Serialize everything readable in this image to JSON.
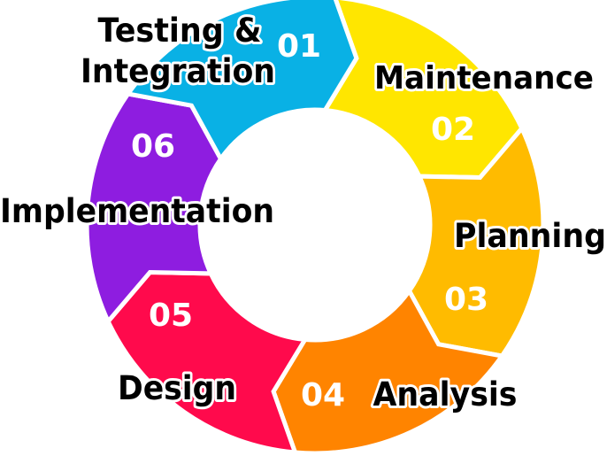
{
  "diagram": {
    "type": "cycle",
    "center_color": "#ffffff",
    "segments": [
      {
        "number": "01",
        "label_lines": [
          "Testing &",
          "Integration"
        ],
        "color": "#FFE600"
      },
      {
        "number": "02",
        "label_lines": [
          "Maintenance"
        ],
        "color": "#FFBB00"
      },
      {
        "number": "03",
        "label_lines": [
          "Planning"
        ],
        "color": "#FF8400"
      },
      {
        "number": "04",
        "label_lines": [
          "Analysis"
        ],
        "color": "#FF0A4C"
      },
      {
        "number": "05",
        "label_lines": [
          "Design"
        ],
        "color": "#8E1DE0"
      },
      {
        "number": "06",
        "label_lines": [
          "Implementation"
        ],
        "color": "#09B1E5"
      }
    ]
  }
}
